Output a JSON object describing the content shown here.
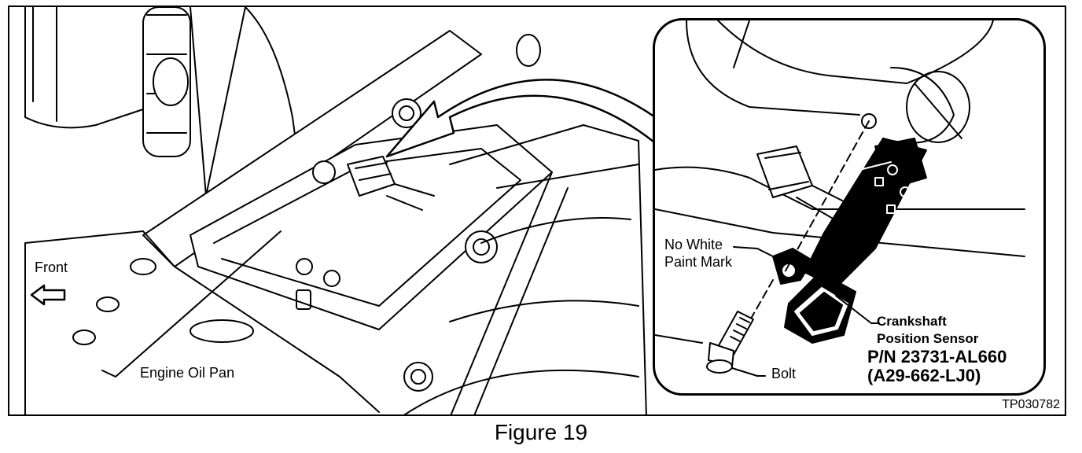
{
  "labels": {
    "front": "Front",
    "engine_oil_pan": "Engine Oil Pan",
    "no_white_paint_mark_line1": "No White",
    "no_white_paint_mark_line2": "Paint Mark",
    "bolt": "Bolt",
    "sensor_name_line1": "Crankshaft",
    "sensor_name_line2": "Position Sensor",
    "part_number": "P/N 23731-AL660",
    "alt_part_number": "(A29-662-LJ0)"
  },
  "reference_code": "TP030782",
  "caption": "Figure 19",
  "icons": {
    "front_arrow": "arrow-left-outline-icon",
    "pointer_arrow": "curved-arrow-icon"
  }
}
